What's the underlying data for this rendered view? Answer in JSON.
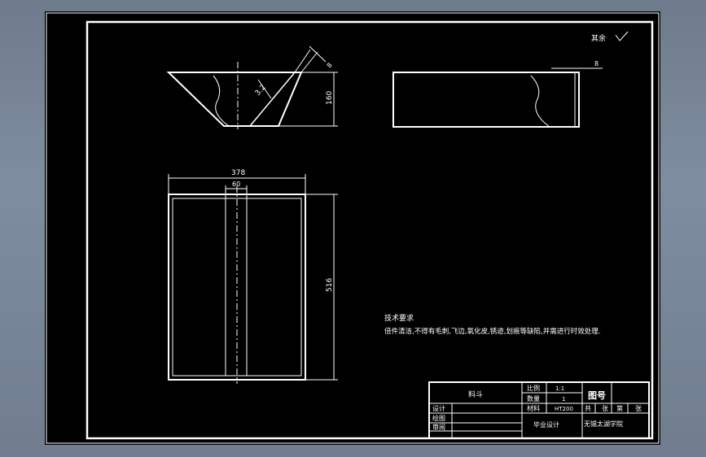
{
  "surface_roughness": {
    "label": "其余",
    "icon": "roughness-check-icon"
  },
  "dimensions": {
    "thickness_8a": "8",
    "chamfer_32": "3.2",
    "height_160": "160",
    "thickness_8b": "8",
    "width_378": "378",
    "gap_60": "60",
    "length_516": "516"
  },
  "technical_requirements": {
    "heading": "技术要求",
    "text": "倍件清洁,不得有毛刺,飞边,氧化皮,锈迹,划痕等缺陷,并需进行时效处理."
  },
  "title_block": {
    "part_name": "料斗",
    "scale_label": "比例",
    "scale_value": "1:1",
    "quantity_label": "数量",
    "quantity_value": "1",
    "material_label": "材料",
    "material_value": "HT200",
    "drawing_no_label": "图号",
    "total_label": "共",
    "sheet_label": "张",
    "sheet_no_label": "第",
    "sheet_no_unit": "张",
    "design_label": "设计",
    "drawing_label": "绘图",
    "review_label": "审阅",
    "project": "毕业设计",
    "school": "无锡太湖学院"
  }
}
